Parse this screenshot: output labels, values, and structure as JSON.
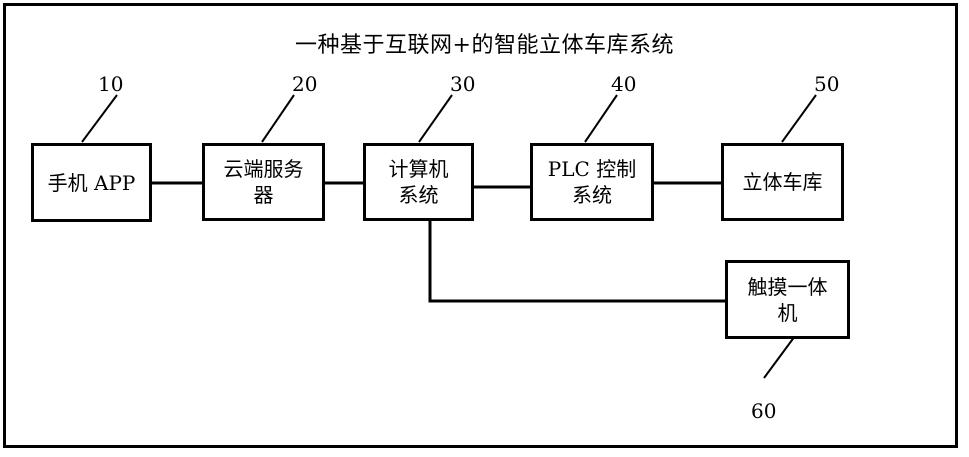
{
  "title": "一种基于互联网+的智能立体车库系统",
  "nodes": [
    {
      "id": "10",
      "label": "手机 APP"
    },
    {
      "id": "20",
      "label": "云端服务器"
    },
    {
      "id": "30",
      "label": "计算机系统"
    },
    {
      "id": "40",
      "label": "PLC 控制系统"
    },
    {
      "id": "50",
      "label": "立体车库"
    },
    {
      "id": "60",
      "label": "触摸一体机"
    }
  ],
  "node_text": {
    "10": [
      "手机 APP"
    ],
    "20": [
      "云端服务",
      "器"
    ],
    "30": [
      "计算机",
      "系统"
    ],
    "40": [
      "PLC 控制",
      "系统"
    ],
    "50": [
      "立体车库"
    ],
    "60": [
      "触摸一体",
      "机"
    ]
  },
  "edges": [
    [
      "10",
      "20"
    ],
    [
      "20",
      "30"
    ],
    [
      "30",
      "40"
    ],
    [
      "40",
      "50"
    ],
    [
      "30",
      "60"
    ]
  ]
}
